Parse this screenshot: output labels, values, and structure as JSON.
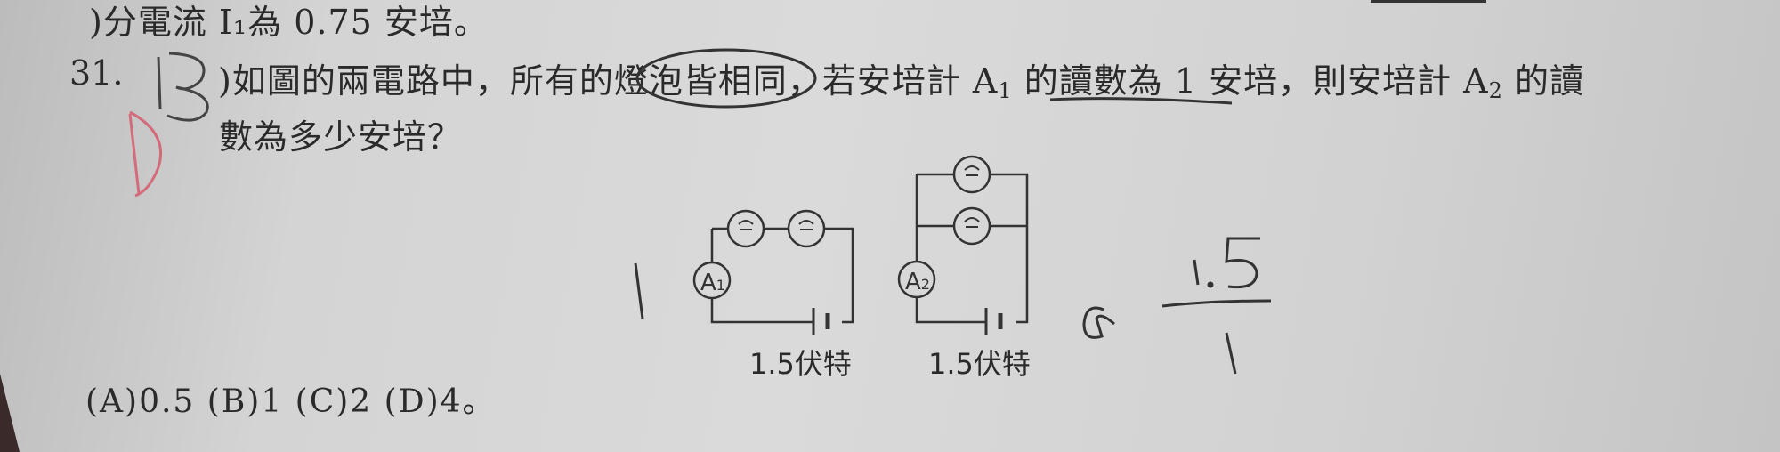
{
  "previous_line": ")分電流 I₁為 0.75 安培。",
  "question": {
    "number": "31.",
    "answer_mark": "B",
    "line1_a": ")如圖的兩電路中，所有的",
    "line1_circled": "燈泡皆相同",
    "line1_b": "，若安培計 A",
    "sub1": "1",
    "line1_underlined": " 的讀數為 1",
    "line1_c": " 安培，則安培計 A",
    "sub2": "2",
    "line1_d": " 的讀",
    "line2": "數為多少安培？"
  },
  "circuits": {
    "left": {
      "ammeter": "A1",
      "voltage": "1.5伏特"
    },
    "right": {
      "ammeter": "A2",
      "voltage": "1.5伏特"
    }
  },
  "handwriting": {
    "red_mark": "D",
    "left_note": "1",
    "amp": "&",
    "fraction_top": "1.5",
    "fraction_bottom": "1"
  },
  "options": "(A)0.5 (B)1 (C)2 (D)4。"
}
